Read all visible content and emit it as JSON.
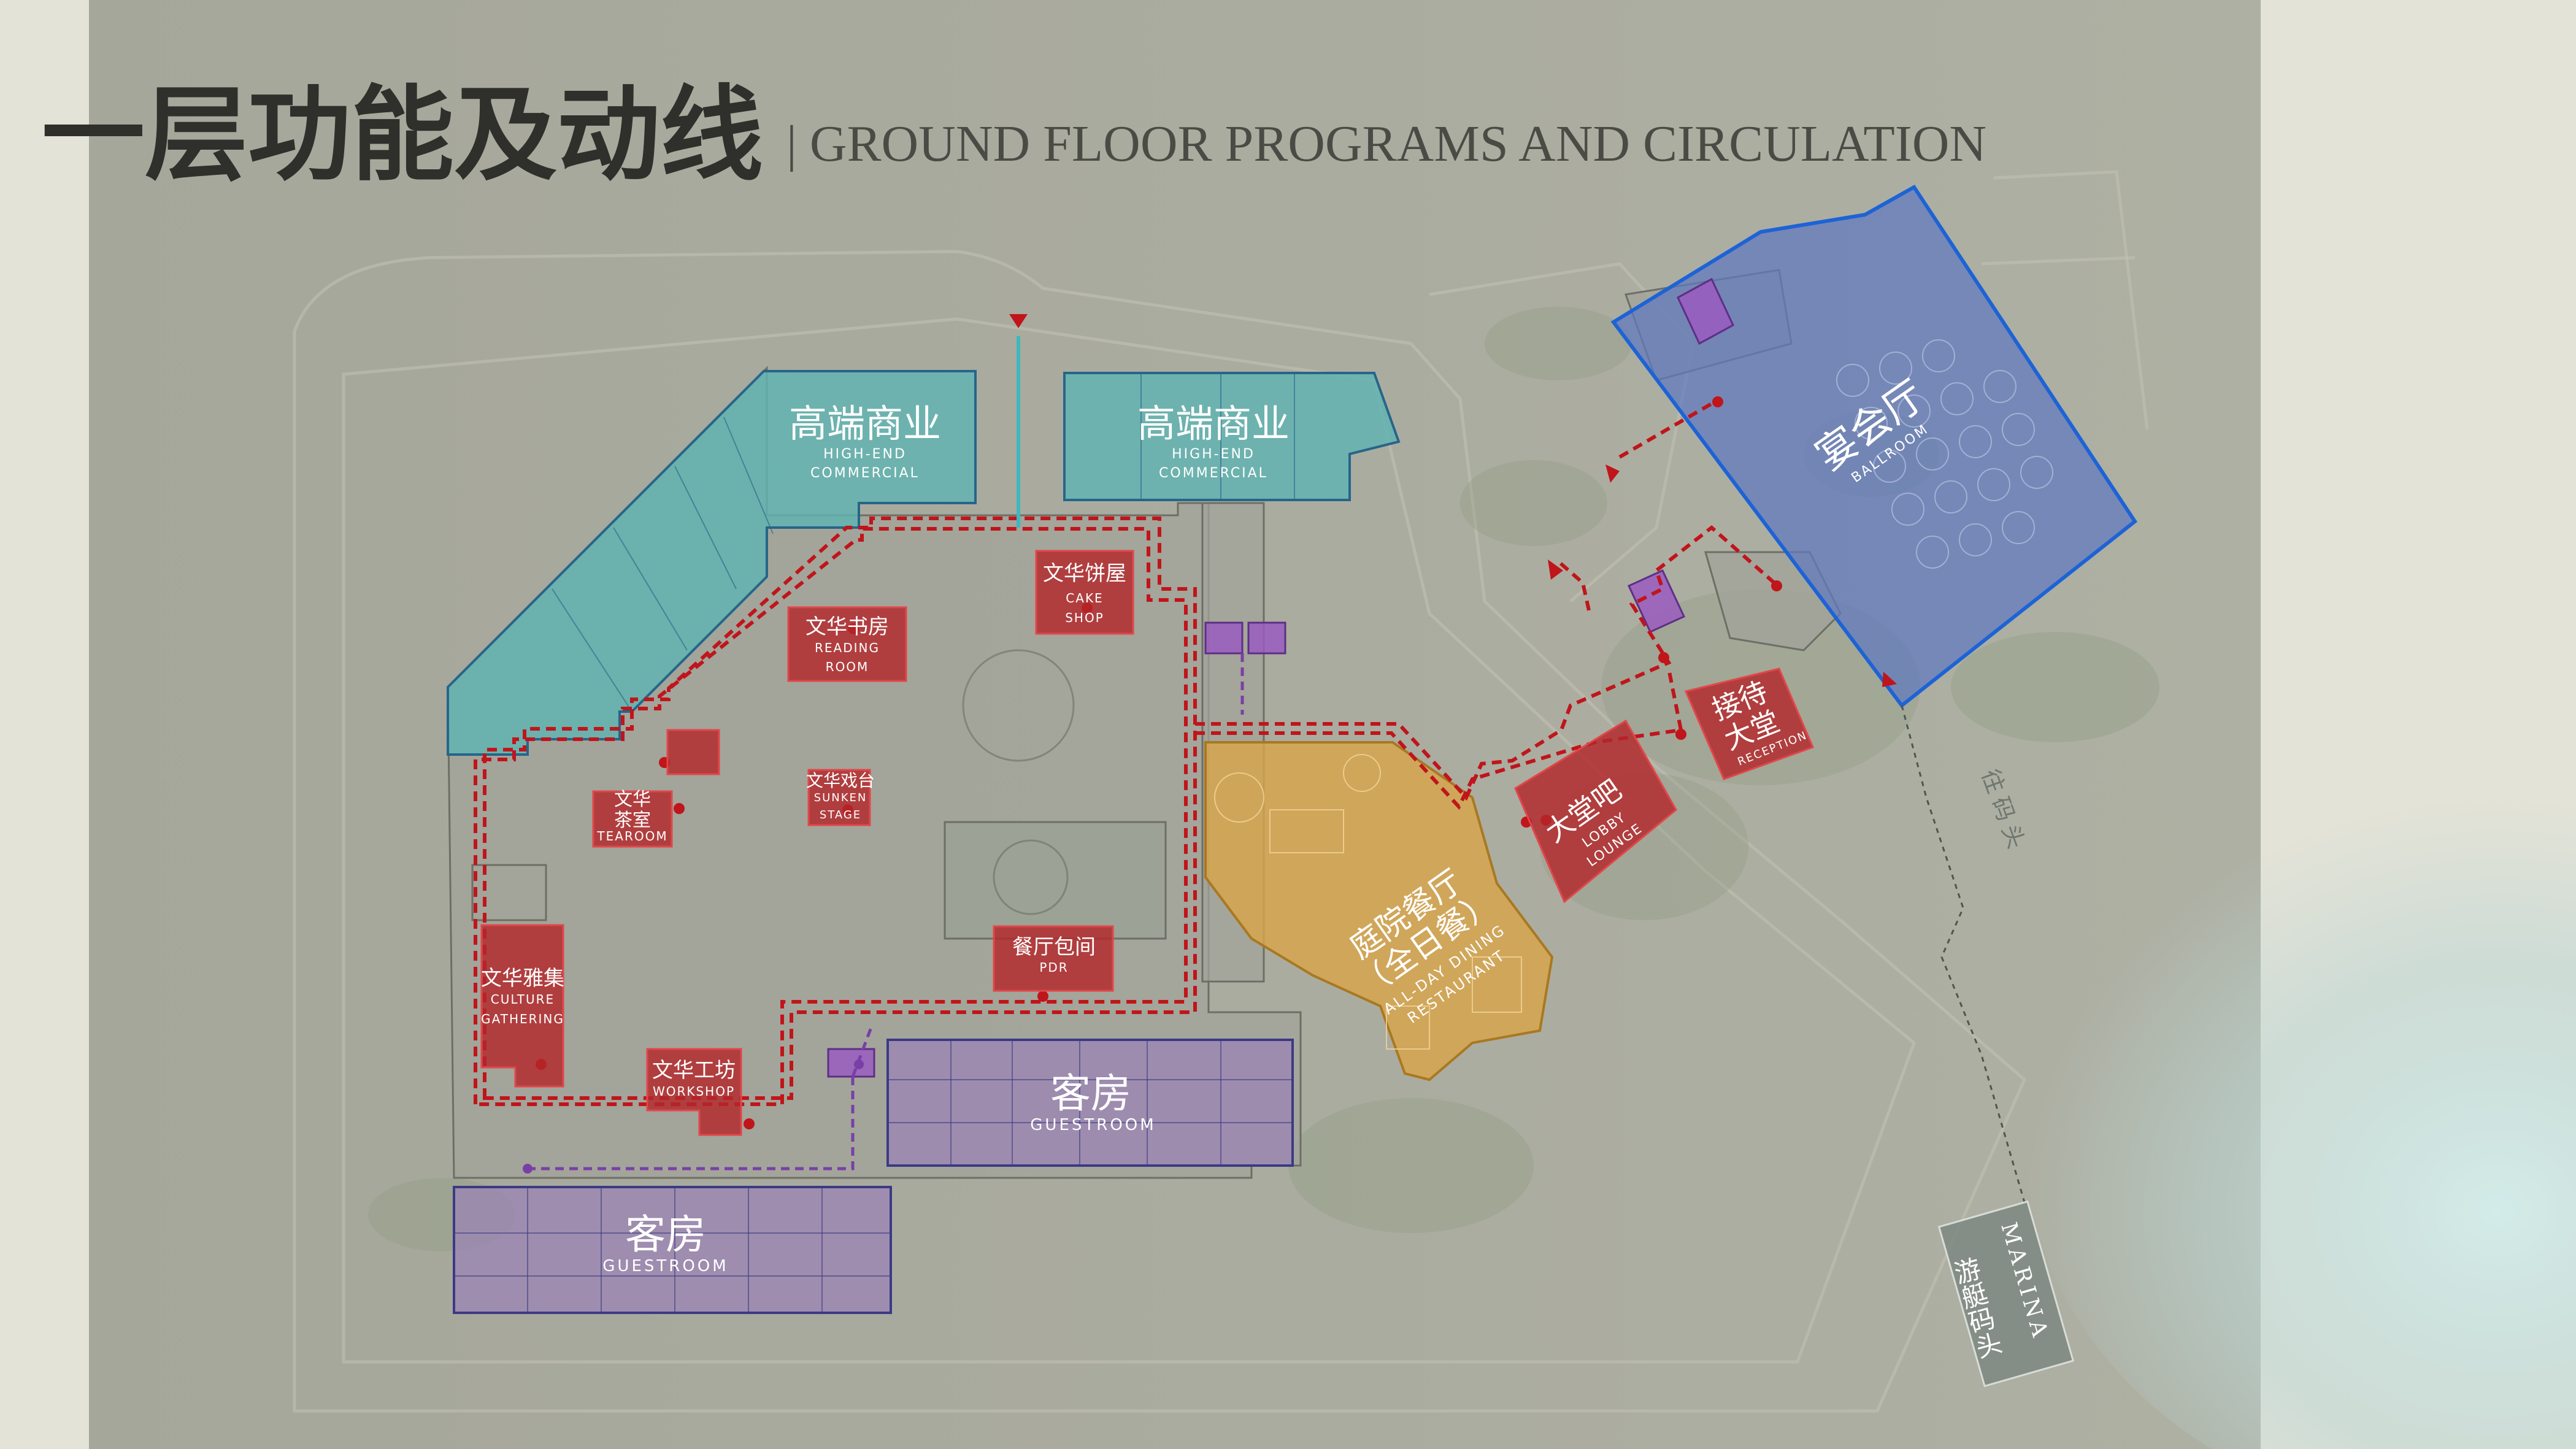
{
  "header": {
    "title_cn": "一层功能及动线",
    "title_en": "| GROUND FLOOR PROGRAMS AND CIRCULATION"
  },
  "zones": {
    "commercial_west": {
      "cn": "高端商业",
      "en1": "HIGH-END",
      "en2": "COMMERCIAL"
    },
    "commercial_east": {
      "cn": "高端商业",
      "en1": "HIGH-END",
      "en2": "COMMERCIAL"
    },
    "ballroom": {
      "cn": "宴会厅",
      "en": "BALLROOM"
    },
    "guestroom_east": {
      "cn": "客房",
      "en": "GUESTROOM"
    },
    "guestroom_south": {
      "cn": "客房",
      "en": "GUESTROOM"
    },
    "restaurant": {
      "cn1": "庭院餐厅",
      "cn2": "（全日餐）",
      "en1": "ALL-DAY DINING",
      "en2": "RESTAURANT"
    }
  },
  "rooms": {
    "reading": {
      "cn": "文华书房",
      "en1": "READING",
      "en2": "ROOM"
    },
    "cake": {
      "cn": "文华饼屋",
      "en1": "CAKE",
      "en2": "SHOP"
    },
    "tearoom": {
      "cn1": "文华",
      "cn2": "茶室",
      "en": "TEAROOM"
    },
    "stage": {
      "cn": "文华戏台",
      "en1": "SUNKEN",
      "en2": "STAGE"
    },
    "culture": {
      "cn": "文华雅集",
      "en1": "CULTURE",
      "en2": "GATHERING"
    },
    "workshop": {
      "cn": "文华工坊",
      "en": "WORKSHOP"
    },
    "pdr": {
      "cn": "餐厅包间",
      "en": "PDR"
    },
    "lobby": {
      "cn": "大堂吧",
      "en1": "LOBBY",
      "en2": "LOUNGE"
    },
    "reception": {
      "cn1": "接待",
      "cn2": "大堂",
      "en": "RECEPTION"
    }
  },
  "site_labels": {
    "pier_cn": "往码头",
    "marina_cn": "游艇码头",
    "marina_en": "MARINA"
  },
  "colors": {
    "commercial": "#5fb3b1",
    "ballroom": "#5f79bf",
    "guestroom": "#9b86b3",
    "restaurant": "#d8a54a",
    "program_red": "#b3272b",
    "circulation_red": "#c0151b",
    "service_purple": "#7a3fa6"
  }
}
